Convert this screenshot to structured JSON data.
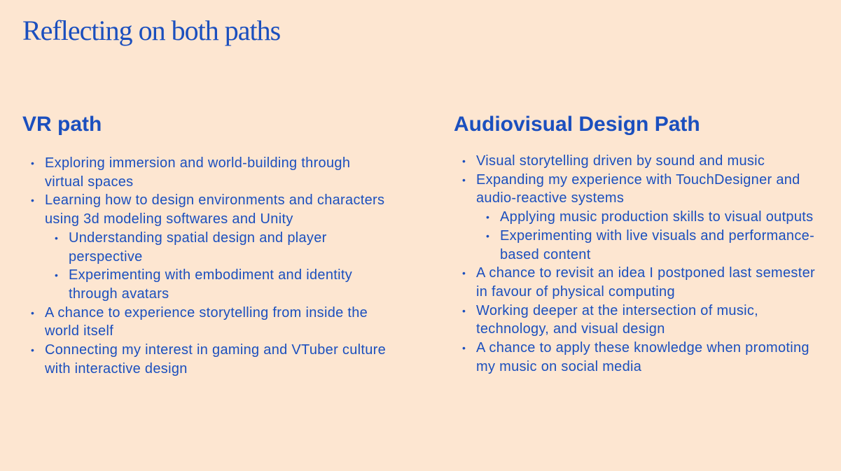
{
  "title": "Reflecting on both paths",
  "vr": {
    "heading": "VR path",
    "items": [
      {
        "text": "Exploring immersion and world-building through virtual spaces"
      },
      {
        "text": "Learning how to design environments and characters using 3d modeling softwares and Unity",
        "sub": [
          "Understanding spatial design and player perspective",
          "Experimenting with embodiment and identity through avatars"
        ]
      },
      {
        "text": "A chance to experience storytelling from inside the world itself"
      },
      {
        "text": "Connecting my interest in gaming and VTuber culture with interactive design"
      }
    ]
  },
  "av": {
    "heading": "Audiovisual Design Path",
    "items": [
      {
        "text": "Visual storytelling driven by sound and music"
      },
      {
        "text": "Expanding my experience with TouchDesigner and audio-reactive systems",
        "sub": [
          "Applying music production skills to visual outputs",
          "Experimenting with live visuals and performance-based content"
        ]
      },
      {
        "text": "A chance to revisit an idea I postponed last semester in favour of physical computing"
      },
      {
        "text": "Working deeper at the intersection of music, technology, and visual design"
      },
      {
        "text": "A chance to apply these knowledge when promoting my music on social media"
      }
    ]
  }
}
